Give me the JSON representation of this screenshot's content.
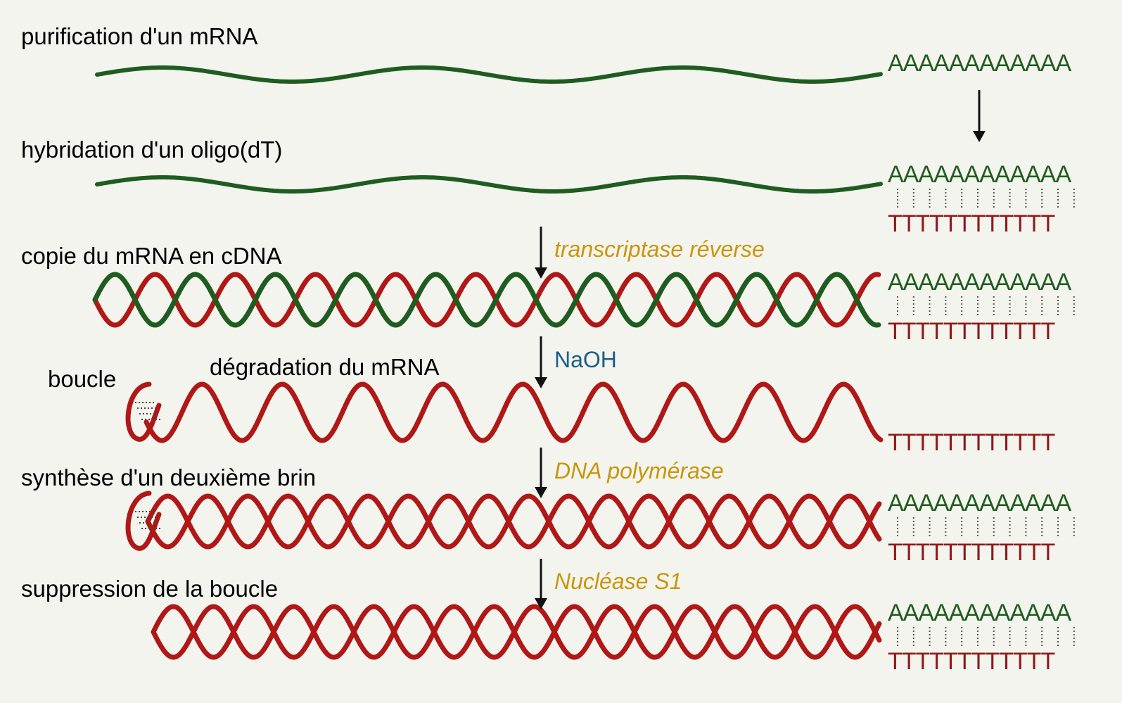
{
  "colors": {
    "background": "#f4f4ee",
    "mrna": "#1f5c1f",
    "cdna": "#b01818",
    "enzyme_yellow": "#c8960a",
    "enzyme_blue": "#1a5e8a",
    "arrow": "#111111"
  },
  "steps": [
    {
      "label": "purification d'un mRNA"
    },
    {
      "label": "hybridation d'un oligo(dT)"
    },
    {
      "label": "copie du mRNA en cDNA"
    },
    {
      "label": "dégradation du mRNA",
      "side_label": "boucle"
    },
    {
      "label": "synthèse d'un deuxième brin"
    },
    {
      "label": "suppression de la boucle"
    }
  ],
  "enzymes": {
    "reverse_transcriptase": "transcriptase réverse",
    "naoh": "NaOH",
    "dna_polymerase": "DNA polymérase",
    "nuclease": "Nucléase S1"
  },
  "sequences": {
    "poly_a": "AAAAAAAAAAAA",
    "poly_t": "TTTTTTTTTTTT"
  }
}
